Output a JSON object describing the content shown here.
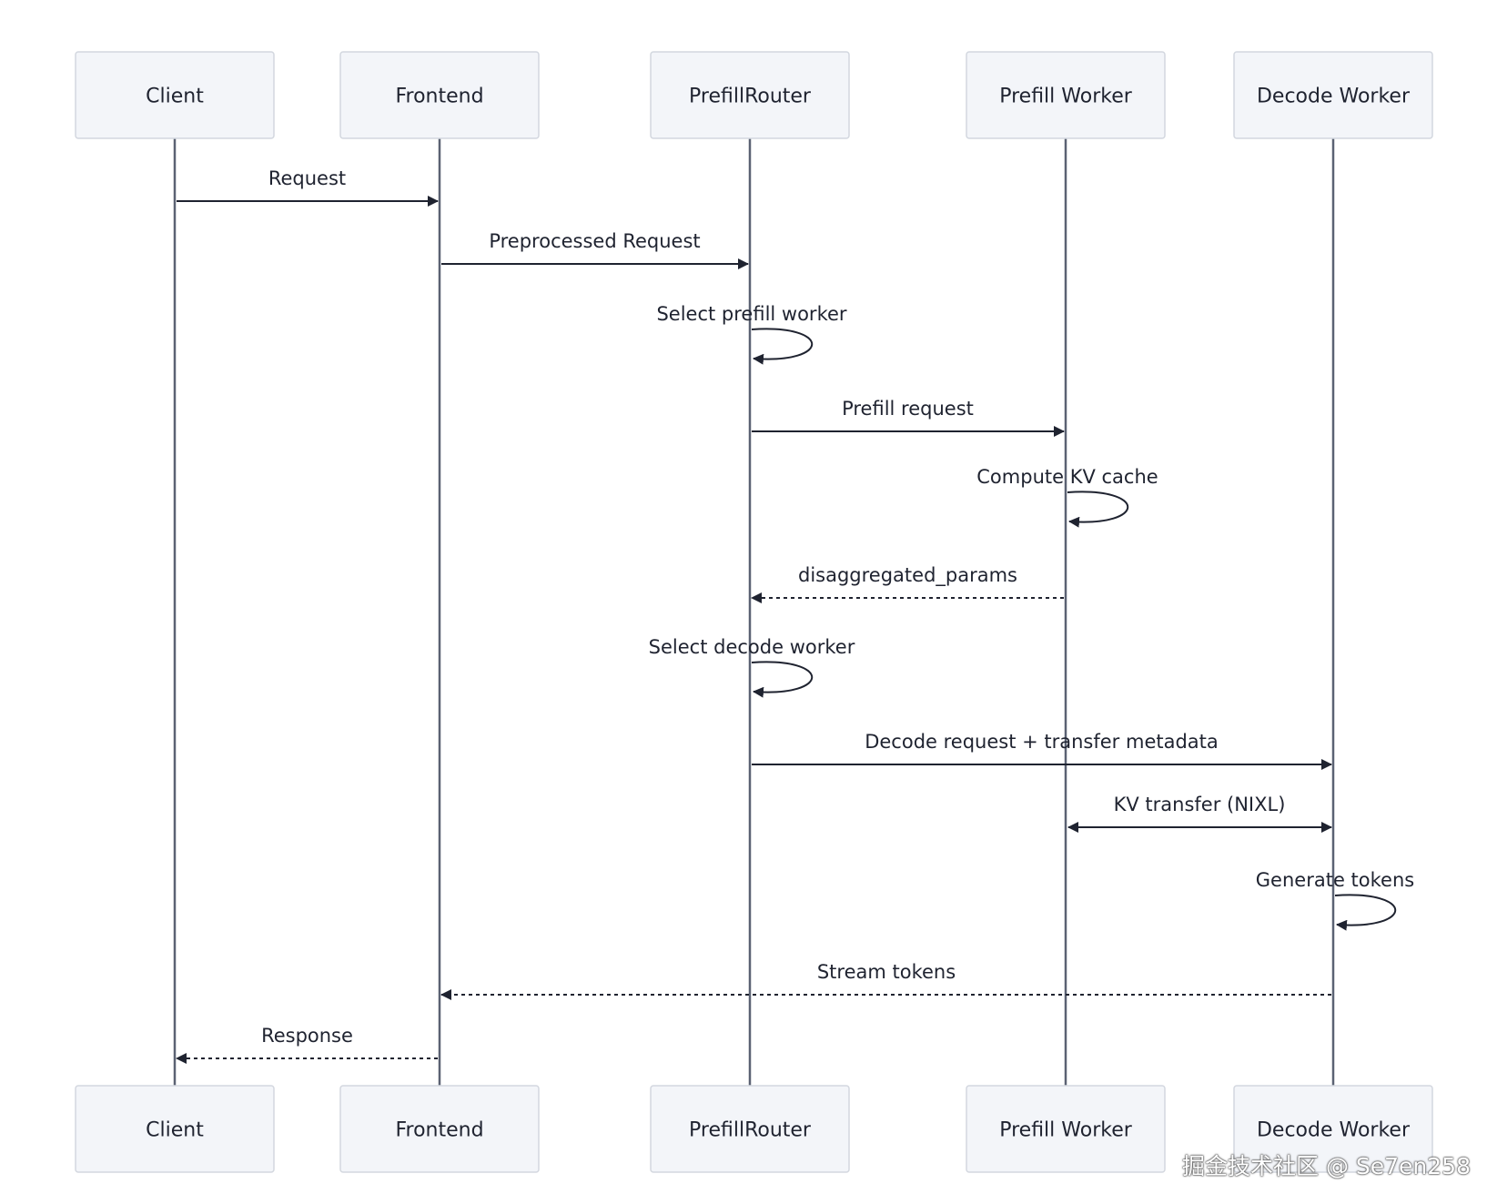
{
  "participants": [
    "Client",
    "Frontend",
    "PrefillRouter",
    "Prefill Worker",
    "Decode Worker"
  ],
  "messages": [
    {
      "from": 0,
      "to": 1,
      "label": "Request",
      "style": "solid"
    },
    {
      "from": 1,
      "to": 2,
      "label": "Preprocessed Request",
      "style": "solid"
    },
    {
      "from": 2,
      "to": 2,
      "label": "Select prefill worker",
      "style": "self"
    },
    {
      "from": 2,
      "to": 3,
      "label": "Prefill request",
      "style": "solid"
    },
    {
      "from": 3,
      "to": 3,
      "label": "Compute KV cache",
      "style": "self"
    },
    {
      "from": 3,
      "to": 2,
      "label": "disaggregated_params",
      "style": "dashed"
    },
    {
      "from": 2,
      "to": 2,
      "label": "Select decode worker",
      "style": "self"
    },
    {
      "from": 2,
      "to": 4,
      "label": "Decode request + transfer metadata",
      "style": "solid"
    },
    {
      "from": 3,
      "to": 4,
      "label": "KV transfer (NIXL)",
      "style": "bidirectional"
    },
    {
      "from": 4,
      "to": 4,
      "label": "Generate tokens",
      "style": "self"
    },
    {
      "from": 4,
      "to": 1,
      "label": "Stream tokens",
      "style": "dashed"
    },
    {
      "from": 1,
      "to": 0,
      "label": "Response",
      "style": "dashed"
    }
  ],
  "watermark": "掘金技术社区 @ Se7en258"
}
